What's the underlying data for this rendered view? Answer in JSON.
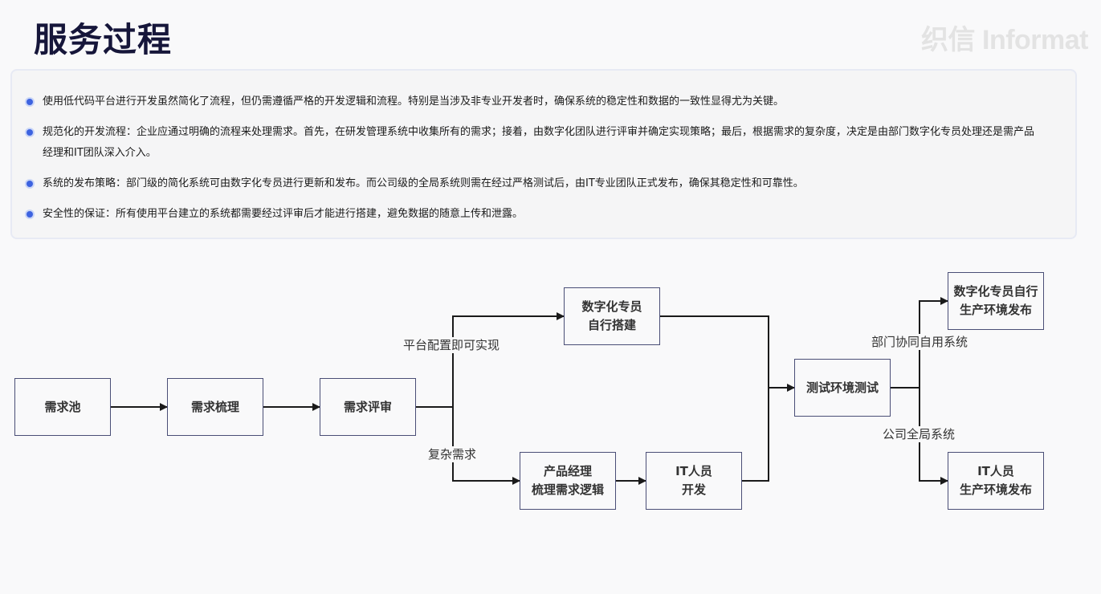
{
  "header": {
    "title": "服务过程",
    "logo": "织信 Informat"
  },
  "bullets": [
    {
      "icon": "bullet-dot-icon",
      "text": "使用低代码平台进行开发虽然简化了流程，但仍需遵循严格的开发逻辑和流程。特别是当涉及非专业开发者时，确保系统的稳定性和数据的一致性显得尤为关键。"
    },
    {
      "icon": "bullet-dot-icon",
      "text": "规范化的开发流程：企业应通过明确的流程来处理需求。首先，在研发管理系统中收集所有的需求；接着，由数字化团队进行评审并确定实现策略；最后，根据需求的复杂度，决定是由部门数字化专员处理还是需产品经理和IT团队深入介入。"
    },
    {
      "icon": "bullet-dot-icon",
      "text": "系统的发布策略：部门级的简化系统可由数字化专员进行更新和发布。而公司级的全局系统则需在经过严格测试后，由IT专业团队正式发布，确保其稳定性和可靠性。"
    },
    {
      "icon": "bullet-dot-icon",
      "text": "安全性的保证：所有使用平台建立的系统都需要经过评审后才能进行搭建，避免数据的随意上传和泄露。"
    }
  ],
  "flowchart": {
    "nodes": {
      "pool": {
        "lines": [
          "需求池"
        ]
      },
      "sort": {
        "lines": [
          "需求梳理"
        ]
      },
      "review": {
        "lines": [
          "需求评审"
        ]
      },
      "self_build": {
        "lines": [
          "数字化专员",
          "自行搭建"
        ]
      },
      "pm": {
        "lines": [
          "产品经理",
          "梳理需求逻辑"
        ]
      },
      "it_dev": {
        "lines": [
          "IT人员",
          "开发"
        ]
      },
      "test": {
        "lines": [
          "测试环境测试"
        ]
      },
      "self_release": {
        "lines": [
          "数字化专员自行",
          "生产环境发布"
        ]
      },
      "it_release": {
        "lines": [
          "IT人员",
          "生产环境发布"
        ]
      }
    },
    "edge_labels": {
      "platform_config": "平台配置即可实现",
      "complex": "复杂需求",
      "dept_system": "部门协同自用系统",
      "company_system": "公司全局系统"
    },
    "edge_color": "#1a1a1a",
    "node_border_color": "#4a4e76"
  }
}
